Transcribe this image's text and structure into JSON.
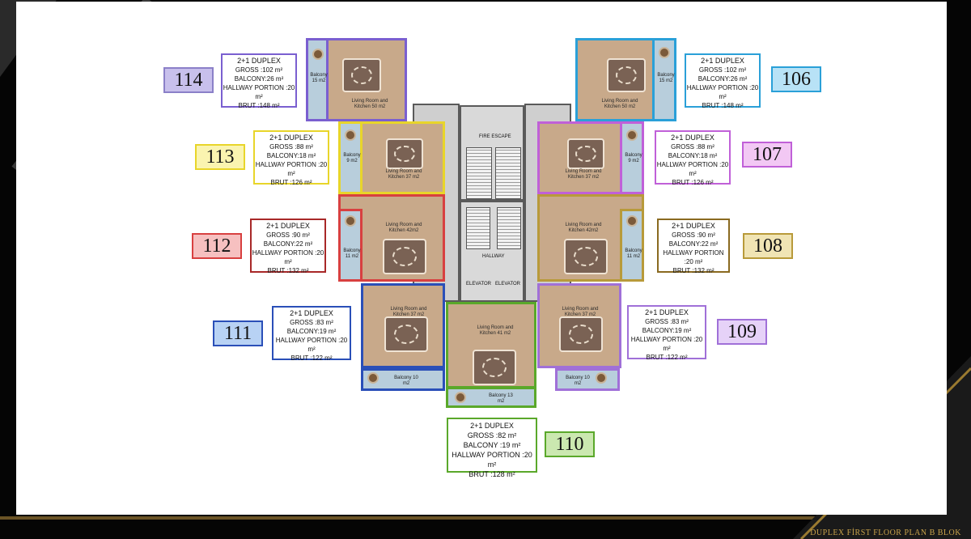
{
  "footer": {
    "title": "DUPLEX FİRST FLOOR PLAN  B BLOK"
  },
  "colors": {
    "u114": "#7a5fd0",
    "u106": "#2aa0d8",
    "u113": "#e8d52a",
    "u107": "#c060d8",
    "u112": "#d84040",
    "u108": "#b89a3a",
    "u111": "#2a4fb8",
    "u109": "#a070d8",
    "u110": "#5aa82a"
  },
  "core": {
    "fire_escape": "FIRE ESCAPE",
    "hallway": "HALLWAY",
    "elevator1": "ELEVATOR",
    "elevator2": "ELEVATOR"
  },
  "units": [
    {
      "id": "114",
      "type": "2+1 DUPLEX",
      "gross": "GROSS :102 m²",
      "balcony": "BALCONY:26 m²",
      "hallway": "HALLWAY PORTION :20 m²",
      "brut": "BRUT :148 m²",
      "living": "Living Room and Kitchen 50 m2",
      "bal": "Balcony 15 m2"
    },
    {
      "id": "106",
      "type": "2+1 DUPLEX",
      "gross": "GROSS :102 m²",
      "balcony": "BALCONY:26 m²",
      "hallway": "HALLWAY PORTION :20 m²",
      "brut": "BRUT :148 m²",
      "living": "Living Room and Kitchen 50 m2",
      "bal": "Balcony 15 m2"
    },
    {
      "id": "113",
      "type": "2+1 DUPLEX",
      "gross": "GROSS :88 m²",
      "balcony": "BALCONY:18 m²",
      "hallway": "HALLWAY PORTION :20 m²",
      "brut": "BRUT :126 m²",
      "living": "Living Room and Kitchen 37 m2",
      "bal": "Balcony 9 m2"
    },
    {
      "id": "107",
      "type": "2+1 DUPLEX",
      "gross": "GROSS :88 m²",
      "balcony": "BALCONY:18 m²",
      "hallway": "HALLWAY PORTION :20 m²",
      "brut": "BRUT :126 m²",
      "living": "Living Room and Kitchen 37 m2",
      "bal": "Balcony 9 m2"
    },
    {
      "id": "112",
      "type": "2+1 DUPLEX",
      "gross": "GROSS :90 m²",
      "balcony": "BALCONY:22 m²",
      "hallway": "HALLWAY PORTION :20 m²",
      "brut": "BRUT :132 m²",
      "living": "Living Room and Kitchen 42m2",
      "bal": "Balcony 11 m2"
    },
    {
      "id": "108",
      "type": "2+1 DUPLEX",
      "gross": "GROSS :90 m²",
      "balcony": "BALCONY:22 m²",
      "hallway": "HALLWAY PORTION :20 m²",
      "brut": "BRUT :132 m²",
      "living": "Living Room and Kitchen 42m2",
      "bal": "Balcony 11 m2"
    },
    {
      "id": "111",
      "type": "2+1 DUPLEX",
      "gross": "GROSS :83 m²",
      "balcony": "BALCONY:19 m²",
      "hallway": "HALLWAY PORTION :20 m²",
      "brut": "BRUT :122 m²",
      "living": "Living Room and Kitchen 37 m2",
      "bal": "Balcony 10 m2"
    },
    {
      "id": "109",
      "type": "2+1 DUPLEX",
      "gross": "GROSS :83 m²",
      "balcony": "BALCONY:19 m²",
      "hallway": "HALLWAY PORTION :20 m²",
      "brut": "BRUT :122 m²",
      "living": "Living Room and Kitchen 37 m2",
      "bal": "Balcony 10 m2"
    },
    {
      "id": "110",
      "type": "2+1 DUPLEX",
      "gross": "GROSS :82 m²",
      "balcony": "BALCONY :19 m²",
      "hallway": "HALLWAY PORTION :20 m²",
      "brut": "BRUT :128 m²",
      "living": "Living Room and Kitchen 41 m2",
      "bal": "Balcony 13 m2"
    }
  ]
}
